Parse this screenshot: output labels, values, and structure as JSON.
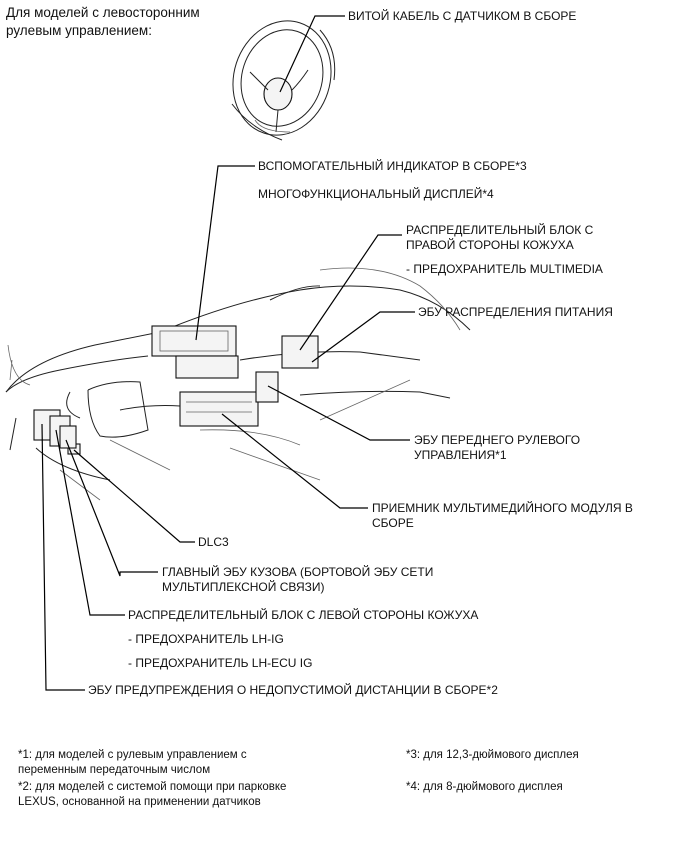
{
  "heading": {
    "line1": "Для моделей с левосторонним",
    "line2": "рулевым управлением:"
  },
  "labels": {
    "spiral_cable": "ВИТОЙ КАБЕЛЬ С ДАТЧИКОМ В СБОРЕ",
    "aux_indicator": "ВСПОМОГАТЕЛЬНЫЙ ИНДИКАТОР В СБОРЕ*3",
    "multi_display": "МНОГОФУНКЦИОНАЛЬНЫЙ ДИСПЛЕЙ*4",
    "rh_junction_1": "РАСПРЕДЕЛИТЕЛЬНЫЙ БЛОК С",
    "rh_junction_2": "ПРАВОЙ СТОРОНЫ КОЖУХА",
    "fuse_multimedia": "- ПРЕДОХРАНИТЕЛЬ MULTIMEDIA",
    "power_ecu": "ЭБУ РАСПРЕДЕЛЕНИЯ ПИТАНИЯ",
    "front_steer_1": "ЭБУ ПЕРЕДНЕГО РУЛЕВОГО",
    "front_steer_2": "УПРАВЛЕНИЯ*1",
    "mm_receiver_1": "ПРИЕМНИК МУЛЬТИМЕДИЙНОГО МОДУЛЯ В",
    "mm_receiver_2": "СБОРЕ",
    "dlc3": "DLC3",
    "main_body_1": "ГЛАВНЫЙ ЭБУ КУЗОВА (БОРТОВОЙ ЭБУ СЕТИ",
    "main_body_2": "МУЛЬТИПЛЕКСНОЙ СВЯЗИ)",
    "lh_junction": "РАСПРЕДЕЛИТЕЛЬНЫЙ БЛОК С ЛЕВОЙ СТОРОНЫ КОЖУХА",
    "fuse_lh_ig": "- ПРЕДОХРАНИТЕЛЬ LH-IG",
    "fuse_lh_ecu_ig": "- ПРЕДОХРАНИТЕЛЬ LH-ECU IG",
    "clearance_ecu": "ЭБУ ПРЕДУПРЕЖДЕНИЯ О НЕДОПУСТИМОЙ ДИСТАНЦИИ В СБОРЕ*2"
  },
  "notes": {
    "n1_line1": "*1: для моделей с рулевым управлением с",
    "n1_line2": "переменным передаточным числом",
    "n2_line1": "*2: для моделей с системой помощи при парковке",
    "n2_line2": "LEXUS, основанной на применении датчиков",
    "n3": "*3: для 12,3-дюймового дисплея",
    "n4": "*4: для 8-дюймового дисплея"
  }
}
